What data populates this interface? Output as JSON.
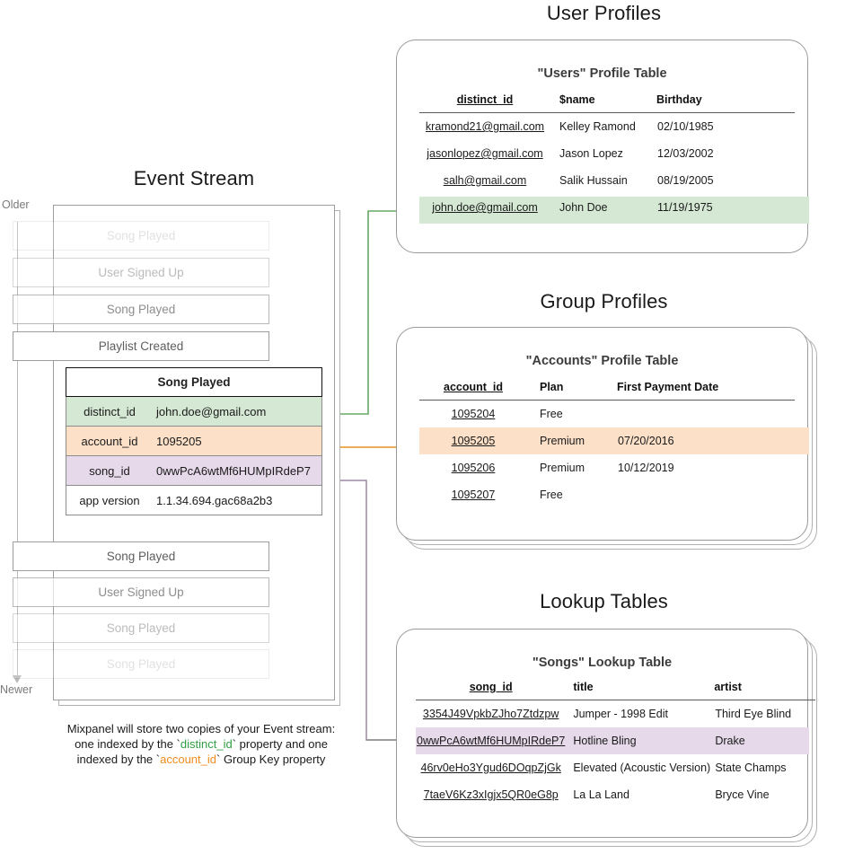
{
  "timeline": {
    "older": "Older",
    "newer": "Newer"
  },
  "event_stream": {
    "title": "Event Stream",
    "events_before": [
      {
        "label": "Song Played",
        "fade": "f1"
      },
      {
        "label": "User Signed Up",
        "fade": "f2"
      },
      {
        "label": "Song Played",
        "fade": "f3"
      },
      {
        "label": "Playlist Created",
        "fade": "f4"
      }
    ],
    "events_after": [
      {
        "label": "Song Played",
        "fade": "f4"
      },
      {
        "label": "User Signed Up",
        "fade": "f3"
      },
      {
        "label": "Song Played",
        "fade": "f2"
      },
      {
        "label": "Song Played",
        "fade": "f1"
      }
    ],
    "selected_event": {
      "name": "Song Played",
      "properties": [
        {
          "key": "distinct_id",
          "value": "john.doe@gmail.com",
          "highlight": "green"
        },
        {
          "key": "account_id",
          "value": "1095205",
          "highlight": "orange"
        },
        {
          "key": "song_id",
          "value": "0wwPcA6wtMf6HUMpIRdeP7",
          "highlight": "purple"
        },
        {
          "key": "app version",
          "value": "1.1.34.694.gac68a2b3",
          "highlight": "none"
        }
      ]
    }
  },
  "caption": {
    "line1": "Mixpanel will store two copies of your Event stream:",
    "line2_pre": "one indexed by the `",
    "line2_key": "distinct_id",
    "line2_post": "` property and one",
    "line3_pre": "indexed by the `",
    "line3_key": "account_id",
    "line3_post": "` Group Key property"
  },
  "user_profiles": {
    "section_title": "User Profiles",
    "card_title": "\"Users\" Profile Table",
    "columns": [
      "distinct_id",
      "$name",
      "Birthday"
    ],
    "rows": [
      {
        "cells": [
          "kramond21@gmail.com",
          "Kelley Ramond",
          "02/10/1985"
        ],
        "highlight": false
      },
      {
        "cells": [
          "jasonlopez@gmail.com",
          "Jason Lopez",
          "12/03/2002"
        ],
        "highlight": false
      },
      {
        "cells": [
          "salh@gmail.com",
          "Salik Hussain",
          "08/19/2005"
        ],
        "highlight": false
      },
      {
        "cells": [
          "john.doe@gmail.com",
          "John Doe",
          "11/19/1975"
        ],
        "highlight": true
      }
    ]
  },
  "group_profiles": {
    "section_title": "Group Profiles",
    "card_title": "\"Accounts\" Profile Table",
    "columns": [
      "account_id",
      "Plan",
      "First Payment Date"
    ],
    "rows": [
      {
        "cells": [
          "1095204",
          "Free",
          ""
        ],
        "highlight": false
      },
      {
        "cells": [
          "1095205",
          "Premium",
          "07/20/2016"
        ],
        "highlight": true
      },
      {
        "cells": [
          "1095206",
          "Premium",
          "10/12/2019"
        ],
        "highlight": false
      },
      {
        "cells": [
          "1095207",
          "Free",
          ""
        ],
        "highlight": false
      }
    ]
  },
  "lookup_tables": {
    "section_title": "Lookup Tables",
    "card_title": "\"Songs\" Lookup Table",
    "columns": [
      "song_id",
      "title",
      "artist"
    ],
    "rows": [
      {
        "cells": [
          "3354J49VpkbZJho7Ztdzpw",
          "Jumper - 1998 Edit",
          "Third Eye Blind"
        ],
        "highlight": false
      },
      {
        "cells": [
          "0wwPcA6wtMf6HUMpIRdeP7",
          "Hotline Bling",
          "Drake"
        ],
        "highlight": true
      },
      {
        "cells": [
          "46rv0eHo3Ygud6DOqpZjGk",
          "Elevated (Acoustic Version)",
          "State Champs"
        ],
        "highlight": false
      },
      {
        "cells": [
          "7taeV6Kz3xIgjx5QR0eG8p",
          "La La Land",
          "Bryce Vine"
        ],
        "highlight": false
      }
    ]
  },
  "colors": {
    "green": "#d5e8d4",
    "orange": "#fce0c8",
    "purple": "#e5d9ea",
    "green_line": "#67a967",
    "orange_line": "#e8a33d",
    "grey_line": "#8d8d8d"
  }
}
